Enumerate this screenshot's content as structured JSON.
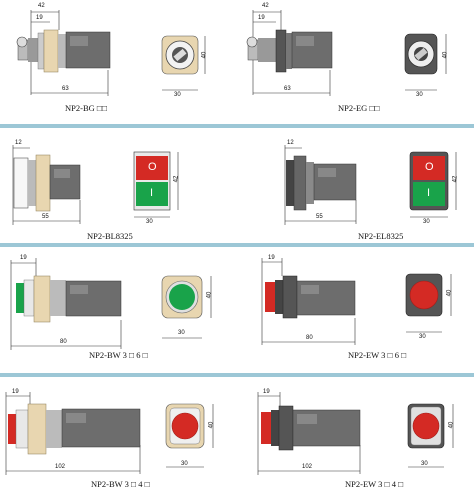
{
  "dims": {
    "r1": {
      "a": "42",
      "b": "19",
      "c": "63",
      "d": "30",
      "e": "40"
    },
    "r2": {
      "a": "12",
      "b": "55",
      "c": "30",
      "d": "42"
    },
    "r3": {
      "a": "19",
      "b": "80",
      "c": "30",
      "d": "40"
    },
    "r4": {
      "a": "19",
      "b": "102",
      "c": "30",
      "d": "40"
    }
  },
  "models": {
    "bg": "NP2-BG □□",
    "eg": "NP2-EG □□",
    "bl": "NP2-BL8325",
    "el": "NP2-EL8325",
    "bw36": "NP2-BW 3 □ 6 □",
    "ew36": "NP2-EW 3 □ 6 □",
    "bw34": "NP2-BW 3 □ 4 □",
    "ew34": "NP2-EW 3 □ 4 □"
  },
  "buttons": {
    "o_label": "O",
    "i_label": "I"
  },
  "colors": {
    "band": "#9cc7d6",
    "red": "#d42a24",
    "green": "#19a34a",
    "body": "#6d6d6d",
    "bezel": "#e8d6b0",
    "face": "#e9e9e9"
  }
}
